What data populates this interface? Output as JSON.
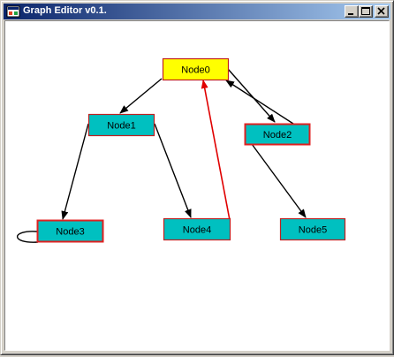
{
  "window": {
    "title": "Graph Editor v0.1."
  },
  "icons": {
    "app": "app-icon",
    "minimize": "minimize-icon",
    "maximize": "maximize-icon",
    "close": "close-icon"
  },
  "colors": {
    "node_fill": "#00c0c0",
    "selected_fill": "#ffff00",
    "node_border_default": "#c02020",
    "node_border_highlight": "#e02020",
    "edge": "#000000",
    "edge_highlight": "#e00000"
  },
  "graph": {
    "nodes": [
      {
        "id": "n0",
        "label": "Node0",
        "selected": true
      },
      {
        "id": "n1",
        "label": "Node1",
        "selected": false
      },
      {
        "id": "n2",
        "label": "Node2",
        "selected": false
      },
      {
        "id": "n3",
        "label": "Node3",
        "selected": false
      },
      {
        "id": "n4",
        "label": "Node4",
        "selected": false
      },
      {
        "id": "n5",
        "label": "Node5",
        "selected": false
      }
    ],
    "edges": [
      {
        "from": "n0",
        "to": "n1",
        "highlighted": false
      },
      {
        "from": "n0",
        "to": "n2",
        "highlighted": false
      },
      {
        "from": "n2",
        "to": "n0",
        "highlighted": false
      },
      {
        "from": "n1",
        "to": "n3",
        "highlighted": false
      },
      {
        "from": "n1",
        "to": "n4",
        "highlighted": false
      },
      {
        "from": "n2",
        "to": "n5",
        "highlighted": false
      },
      {
        "from": "n4",
        "to": "n0",
        "highlighted": true
      },
      {
        "from": "n3",
        "to": "n3",
        "highlighted": false
      }
    ]
  }
}
